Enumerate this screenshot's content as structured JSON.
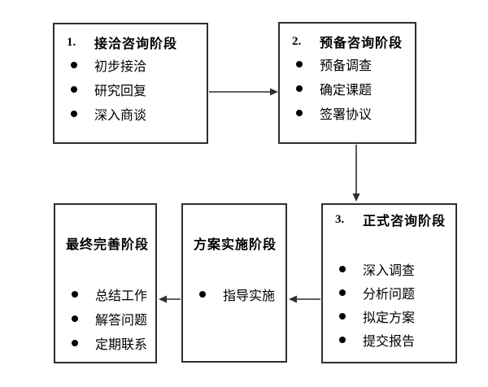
{
  "diagram": {
    "title_hint": "consulting-process-flowchart",
    "colors": {
      "background": "#ffffff",
      "border": "#2e2e2e",
      "arrow": "#2e2e2e",
      "text": "#000000"
    },
    "bullet_icon": "filled-circle",
    "boxes": [
      {
        "number": "1.",
        "title": "接洽咨询阶段",
        "items": [
          "初步接洽",
          "研究回复",
          "深入商谈"
        ]
      },
      {
        "number": "2.",
        "title": "预备咨询阶段",
        "items": [
          "预备调查",
          "确定课题",
          "签署协议"
        ]
      },
      {
        "number": "3.",
        "title": "正式咨询阶段",
        "items": [
          "深入调查",
          "分析问题",
          "拟定方案",
          "提交报告"
        ]
      },
      {
        "number": "",
        "title": "方案实施阶段",
        "items": [
          "指导实施"
        ]
      },
      {
        "number": "",
        "title": "最终完善阶段",
        "items": [
          "总结工作",
          "解答问题",
          "定期联系"
        ]
      }
    ],
    "connections": [
      {
        "from": "接洽咨询阶段",
        "to": "预备咨询阶段"
      },
      {
        "from": "预备咨询阶段",
        "to": "正式咨询阶段"
      },
      {
        "from": "正式咨询阶段",
        "to": "方案实施阶段"
      },
      {
        "from": "方案实施阶段",
        "to": "最终完善阶段"
      }
    ]
  }
}
